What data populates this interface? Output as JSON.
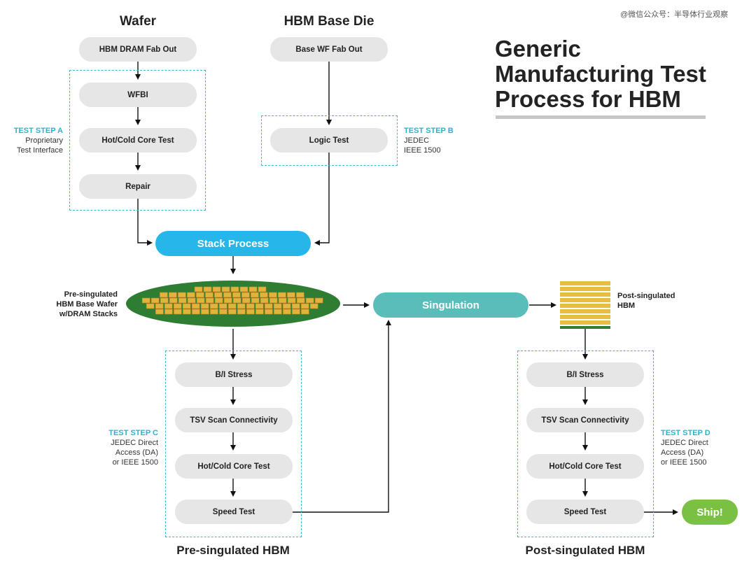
{
  "watermark": "@微信公众号：半导体行业观察",
  "title_lines": [
    "Generic",
    "Manufacturing Test",
    "Process for HBM"
  ],
  "columns": {
    "wafer": "Wafer",
    "base_die": "HBM Base Die"
  },
  "wafer_flow": [
    "HBM DRAM Fab Out",
    "WFBI",
    "Hot/Cold Core Test",
    "Repair"
  ],
  "base_flow": [
    "Base WF Fab Out",
    "Logic Test"
  ],
  "stack_process": "Stack Process",
  "singulation": "Singulation",
  "ship": "Ship!",
  "test_steps": {
    "a": {
      "title": "TEST STEP A",
      "lines": [
        "Proprietary",
        "Test Interface"
      ]
    },
    "b": {
      "title": "TEST STEP B",
      "lines": [
        "JEDEC",
        "IEEE 1500"
      ]
    },
    "c": {
      "title": "TEST STEP C",
      "lines": [
        "JEDEC Direct",
        "Access (DA)",
        "or IEEE 1500"
      ]
    },
    "d": {
      "title": "TEST STEP D",
      "lines": [
        "JEDEC Direct",
        "Access (DA)",
        "or IEEE 1500"
      ]
    }
  },
  "pre_wafer_label": [
    "Pre-singulated",
    "HBM Base Wafer",
    "w/DRAM Stacks"
  ],
  "post_label": [
    "Post-singulated",
    "HBM"
  ],
  "pre_flow": [
    "B/I Stress",
    "TSV Scan Connectivity",
    "Hot/Cold Core Test",
    "Speed Test"
  ],
  "post_flow": [
    "B/I Stress",
    "TSV Scan Connectivity",
    "Hot/Cold Core Test",
    "Speed Test"
  ],
  "bottom_titles": {
    "pre": "Pre-singulated HBM",
    "post": "Post-singulated HBM"
  },
  "colors": {
    "stack_blue": "#27b6ea",
    "singulation_teal": "#59bdb9",
    "ship_green": "#79c043",
    "dashed_border": "#3ab8cf",
    "wafer_green": "#2f7d32",
    "die_gold": "#e2b23c"
  }
}
